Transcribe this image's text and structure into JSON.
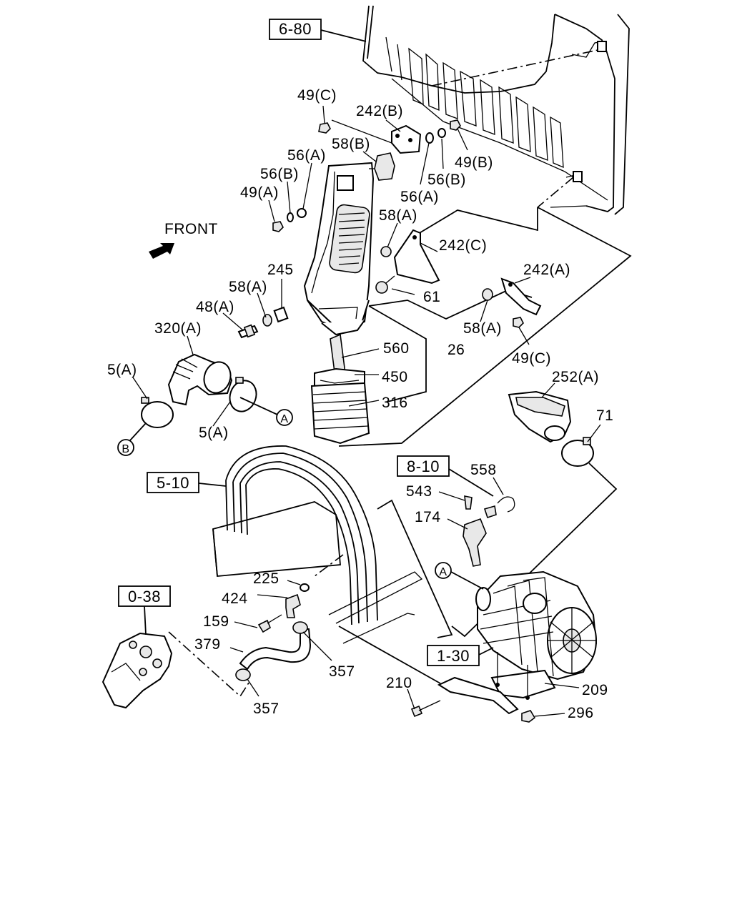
{
  "front_label": "FRONT",
  "ref_boxes": {
    "r1": "6-80",
    "r2": "8-10",
    "r3": "5-10",
    "r4": "0-38",
    "r5": "1-30"
  },
  "callouts": {
    "c49C_top": "49(C)",
    "c242B": "242(B)",
    "c58B": "58(B)",
    "c56A_left": "56(A)",
    "c56B_left": "56(B)",
    "c49A": "49(A)",
    "c49B": "49(B)",
    "c56B_right": "56(B)",
    "c56A_right": "56(A)",
    "c58A_mid": "58(A)",
    "c242C": "242(C)",
    "c242A": "242(A)",
    "c245": "245",
    "c58A_left": "58(A)",
    "c61": "61",
    "c48A": "48(A)",
    "c58A_right": "58(A)",
    "c320A": "320(A)",
    "c560": "560",
    "c26": "26",
    "c49C_bottom": "49(C)",
    "c5A_left": "5(A)",
    "c450": "450",
    "c252A": "252(A)",
    "c316": "316",
    "c5A_bottom": "5(A)",
    "c71": "71",
    "c558": "558",
    "c543": "543",
    "c174": "174",
    "c225": "225",
    "c424": "424",
    "c159": "159",
    "c379": "379",
    "c357_mid": "357",
    "c357_bottom": "357",
    "c210": "210",
    "c209": "209",
    "c296": "296"
  },
  "circle_refs": {
    "A1": "A",
    "B1": "B",
    "A2": "A"
  }
}
